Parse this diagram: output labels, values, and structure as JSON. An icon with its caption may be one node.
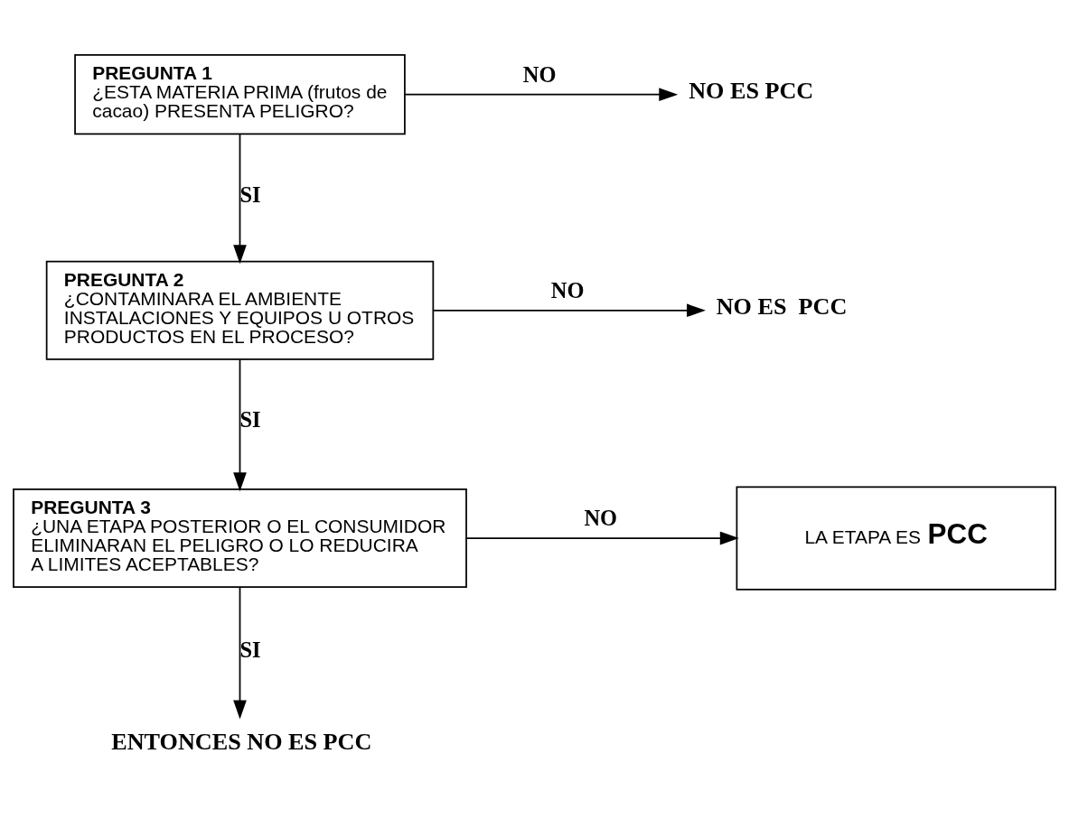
{
  "diagram": {
    "nodes": [
      {
        "text": [
          "PREGUNTA 1",
          "¿ESTA MATERIA PRIMA (frutos de cacao) PRESENTA PELIGRO?"
        ]
      },
      {
        "text": [
          "NO ES PCC"
        ]
      },
      {
        "text": [
          "PREGUNTA 2",
          "¿CONTAMINARA EL AMBIENTE INSTALACIONES Y EQUIPOS U OTROS PRODUCTOS EN EL PROCESO?"
        ]
      },
      {
        "text": [
          "NO ES  PCC"
        ]
      },
      {
        "text": [
          "PREGUNTA 3",
          "¿UNA ETAPA POSTERIOR O EL CONSUMIDOR ELIMINARAN EL PELIGRO O LO REDUCIRA A LIMITES ACEPTABLES?"
        ]
      },
      {
        "text": [
          "LA ETAPA ES **PCC**"
        ]
      },
      {
        "text": [
          "ENTONCES NO ES PCC"
        ]
      }
    ],
    "edges": [
      {
        "from": 0,
        "to": 1,
        "arrow": "to",
        "label": "NO"
      },
      {
        "from": 0,
        "to": 2,
        "arrow": "to",
        "label": "SI"
      },
      {
        "from": 2,
        "to": 3,
        "arrow": "to",
        "label": "NO"
      },
      {
        "from": 2,
        "to": 4,
        "arrow": "to",
        "label": "SI"
      },
      {
        "from": 4,
        "to": 5,
        "arrow": "to",
        "label": "NO"
      },
      {
        "from": 4,
        "to": 6,
        "arrow": "to",
        "label": "SI"
      }
    ]
  }
}
